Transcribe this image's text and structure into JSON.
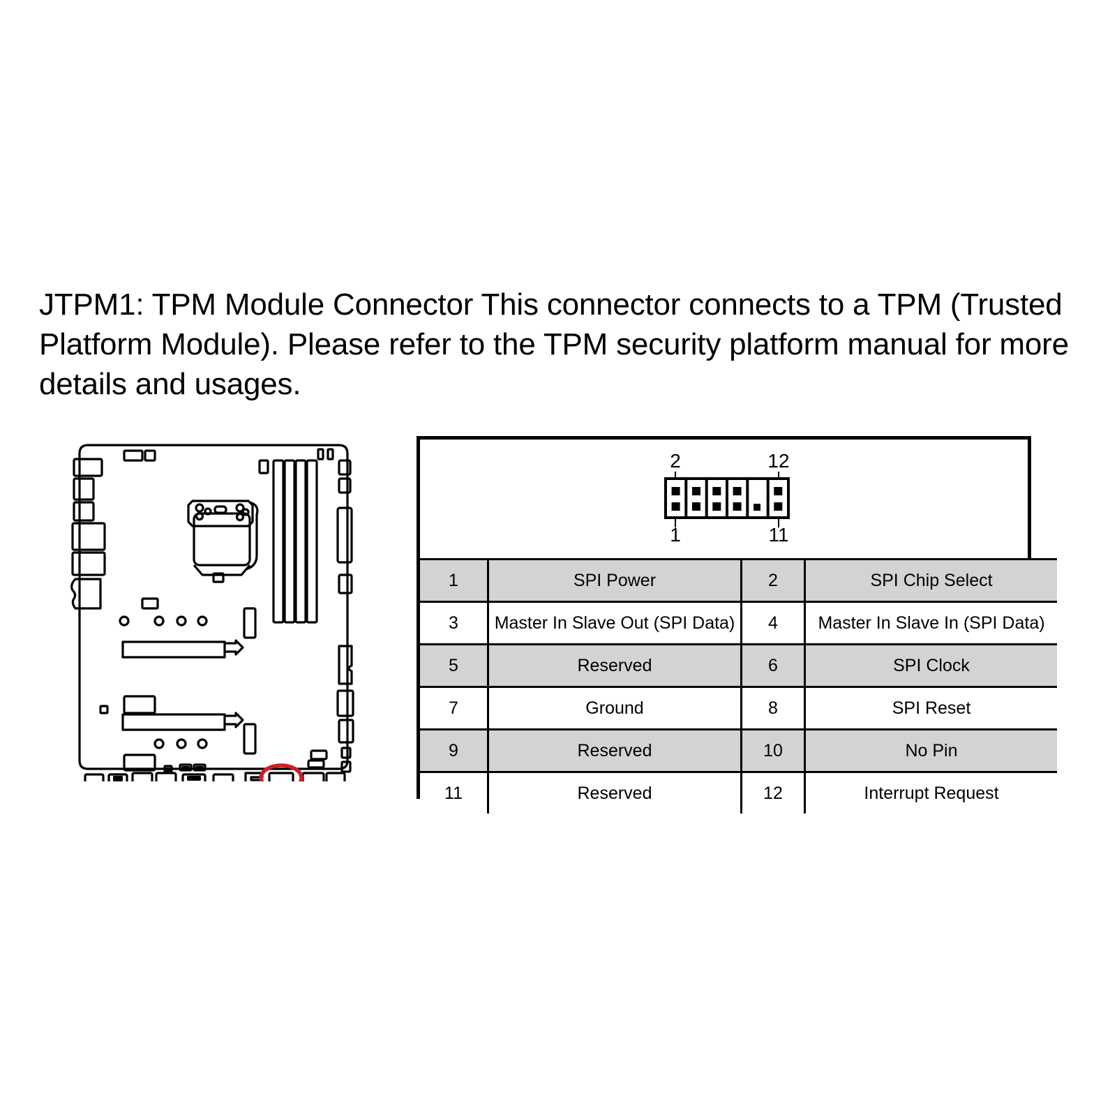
{
  "heading": {
    "text": "JTPM1: TPM Module Connector This connector connects to a TPM (Trusted Platform Module). Please refer to the TPM security platform manual for more details and usages."
  },
  "connector": {
    "label_top_left": "2",
    "label_top_right": "12",
    "label_bottom_left": "1",
    "label_bottom_right": "11",
    "columns": 6,
    "rows": 2,
    "missing_pin_position": "top-row-column-5"
  },
  "board": {
    "highlight_color": "#cc2027",
    "highlight_name": "JTPM1 connector location"
  },
  "pin_table": {
    "rows": [
      {
        "left_pin": "1",
        "left_desc": "SPI Power",
        "right_pin": "2",
        "right_desc": "SPI Chip Select",
        "shaded": true
      },
      {
        "left_pin": "3",
        "left_desc": "Master In Slave Out (SPI Data)",
        "right_pin": "4",
        "right_desc": "Master In Slave In (SPI Data)",
        "shaded": false
      },
      {
        "left_pin": "5",
        "left_desc": "Reserved",
        "right_pin": "6",
        "right_desc": "SPI Clock",
        "shaded": true
      },
      {
        "left_pin": "7",
        "left_desc": "Ground",
        "right_pin": "8",
        "right_desc": "SPI Reset",
        "shaded": false
      },
      {
        "left_pin": "9",
        "left_desc": "Reserved",
        "right_pin": "10",
        "right_desc": "No Pin",
        "shaded": true
      },
      {
        "left_pin": "11",
        "left_desc": "Reserved",
        "right_pin": "12",
        "right_desc": "Interrupt Request",
        "shaded": false
      }
    ]
  },
  "colors": {
    "shaded_row": "#d3d3d3",
    "border": "#000000",
    "text": "#000000",
    "highlight": "#cc2027"
  }
}
